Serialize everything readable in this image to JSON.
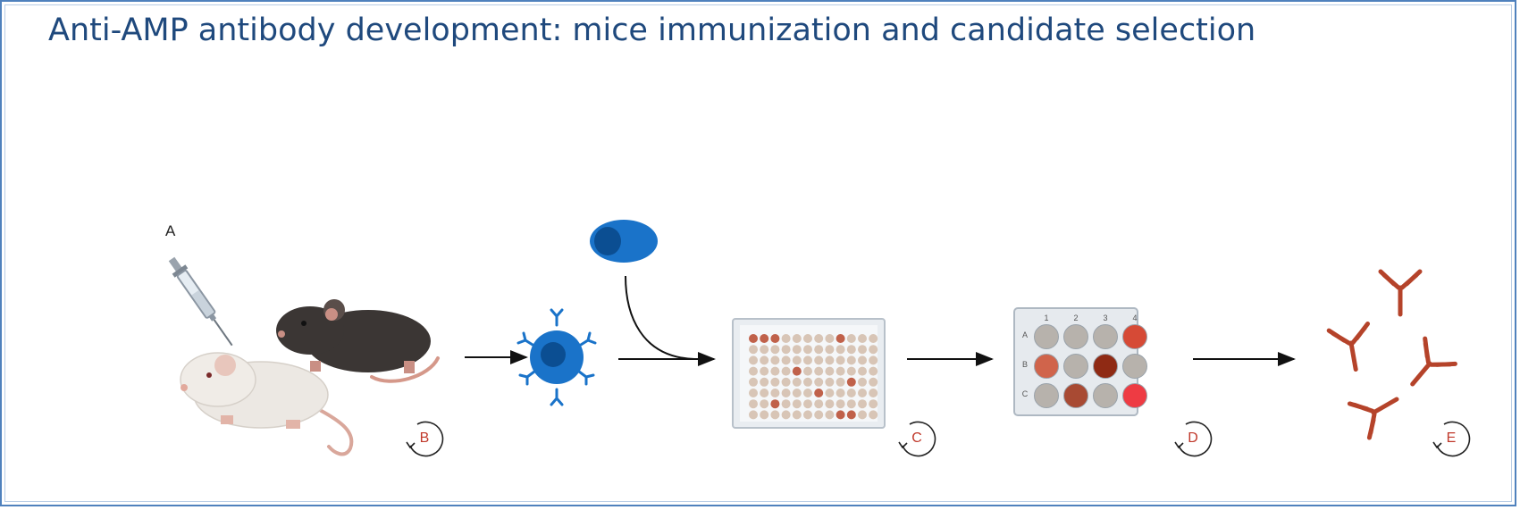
{
  "slide": {
    "title": "Anti-AMP antibody development: mice immunization and candidate selection"
  },
  "figure": {
    "panel_a_label": "A",
    "step_labels": [
      "B",
      "C",
      "D",
      "E"
    ],
    "plate_24": {
      "columns": [
        "1",
        "2",
        "3",
        "4"
      ],
      "rows": [
        "A",
        "B",
        "C"
      ],
      "well_colors": [
        [
          "#b7b2ac",
          "#b7b2ac",
          "#b7b2ac",
          "#d64a36"
        ],
        [
          "#d0644b",
          "#b7b2ac",
          "#8f2a14",
          "#b7b2ac"
        ],
        [
          "#b7b2ac",
          "#a84a33",
          "#b7b2ac",
          "#ee3b43"
        ]
      ]
    },
    "colors": {
      "title": "#1f497d",
      "border": "#4f81bd",
      "bcell": "#1a73c9",
      "antibody": "#b5432a",
      "step_label": "#c0392b"
    },
    "icons": [
      "syringe-icon",
      "mouse-black-icon",
      "mouse-white-icon",
      "b-cell-icon",
      "myeloma-cell-icon",
      "96-well-plate-icon",
      "24-well-plate-icon",
      "antibody-icon",
      "cycle-arrow-icon"
    ]
  }
}
